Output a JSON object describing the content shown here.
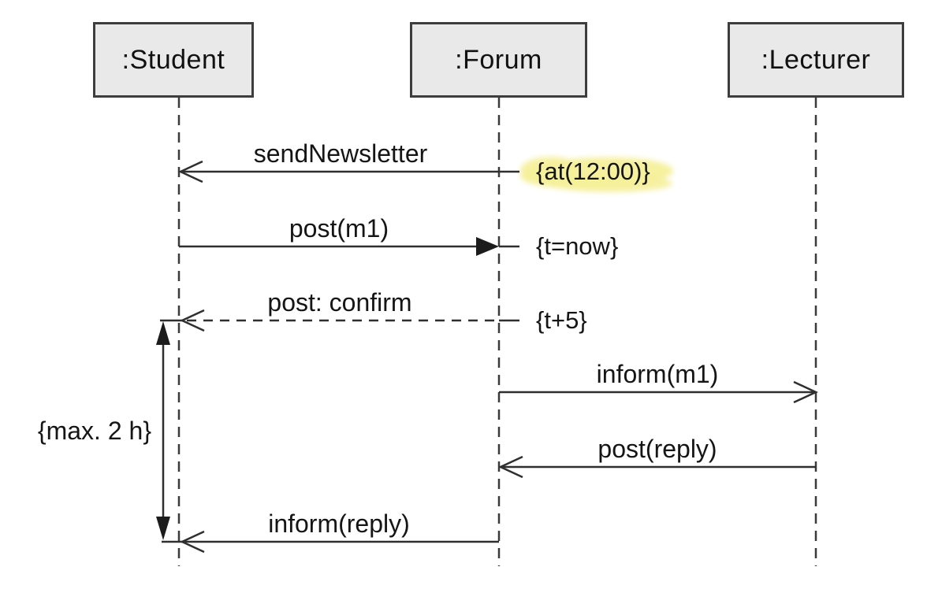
{
  "diagram": {
    "type": "uml-sequence-diagram",
    "background": "#ffffff",
    "actors": [
      {
        "name": ":Student"
      },
      {
        "name": ":Forum"
      },
      {
        "name": ":Lecturer"
      }
    ],
    "messages": [
      {
        "label": "sendNewsletter",
        "from": ":Forum",
        "to": ":Student",
        "line": "solid",
        "arrowhead": "open",
        "annotation": "{at(12:00)}",
        "annotation_highlighted": true
      },
      {
        "label": "post(m1)",
        "from": ":Student",
        "to": ":Forum",
        "line": "solid",
        "arrowhead": "filled",
        "annotation": "{t=now}",
        "annotation_highlighted": false
      },
      {
        "label": "post: confirm",
        "from": ":Forum",
        "to": ":Student",
        "line": "dashed",
        "arrowhead": "open",
        "annotation": "{t+5}",
        "annotation_highlighted": false
      },
      {
        "label": "inform(m1)",
        "from": ":Forum",
        "to": ":Lecturer",
        "line": "solid",
        "arrowhead": "open",
        "annotation": "",
        "annotation_highlighted": false
      },
      {
        "label": "post(reply)",
        "from": ":Lecturer",
        "to": ":Forum",
        "line": "solid",
        "arrowhead": "open",
        "annotation": "",
        "annotation_highlighted": false
      },
      {
        "label": "inform(reply)",
        "from": ":Forum",
        "to": ":Student",
        "line": "solid",
        "arrowhead": "open",
        "annotation": "",
        "annotation_highlighted": false
      }
    ],
    "duration_constraint": {
      "label": "{max. 2 h}",
      "between": [
        "post: confirm",
        "inform(reply)"
      ]
    },
    "colors": {
      "box_fill": "#e9e9e9",
      "box_border": "#3d3d3d",
      "line": "#2f2f2f",
      "text": "#151515",
      "highlight": "#f5f09a"
    }
  }
}
